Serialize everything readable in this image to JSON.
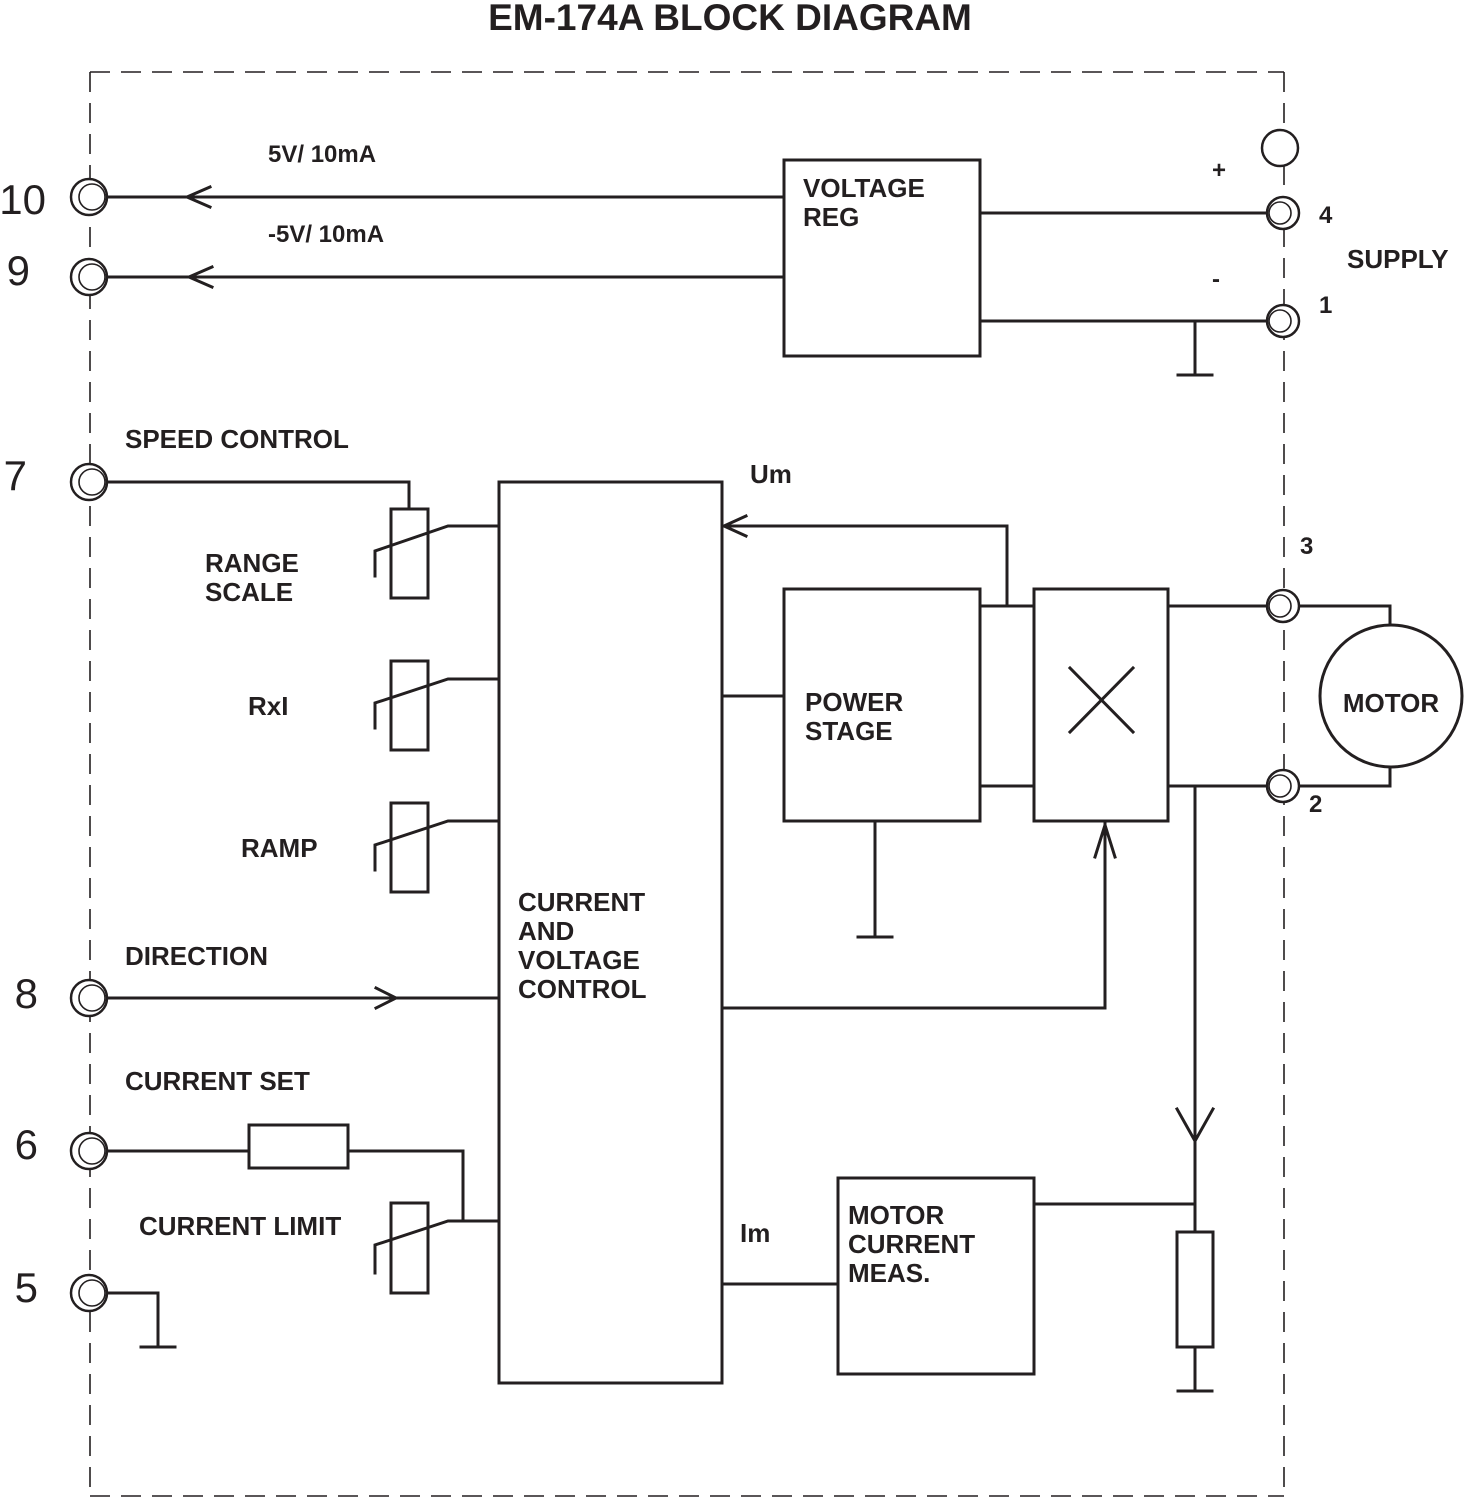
{
  "title": "EM-174A BLOCK DIAGRAM",
  "blocks": {
    "voltage_reg": [
      "VOLTAGE",
      "REG"
    ],
    "control": [
      "CURRENT",
      "AND",
      "VOLTAGE",
      "CONTROL"
    ],
    "power_stage": [
      "POWER",
      "STAGE"
    ],
    "current_meas": [
      "MOTOR",
      "CURRENT",
      "MEAS."
    ],
    "motor": "MOTOR"
  },
  "signals": {
    "v_pos": "5V/ 10mA",
    "v_neg": "-5V/ 10mA",
    "speed_control": "SPEED CONTROL",
    "range_scale": [
      "RANGE",
      "SCALE"
    ],
    "rxi": "RxI",
    "ramp": "RAMP",
    "direction": "DIRECTION",
    "current_set": "CURRENT SET",
    "current_limit": "CURRENT LIMIT",
    "um": "Um",
    "im": "Im",
    "supply": "SUPPLY",
    "plus": "+",
    "minus": "-"
  },
  "terminals": {
    "t10": "10",
    "t9": "9",
    "t7": "7",
    "t8": "8",
    "t6": "6",
    "t5": "5",
    "t4": "4",
    "t1": "1",
    "t3": "3",
    "t2": "2"
  }
}
